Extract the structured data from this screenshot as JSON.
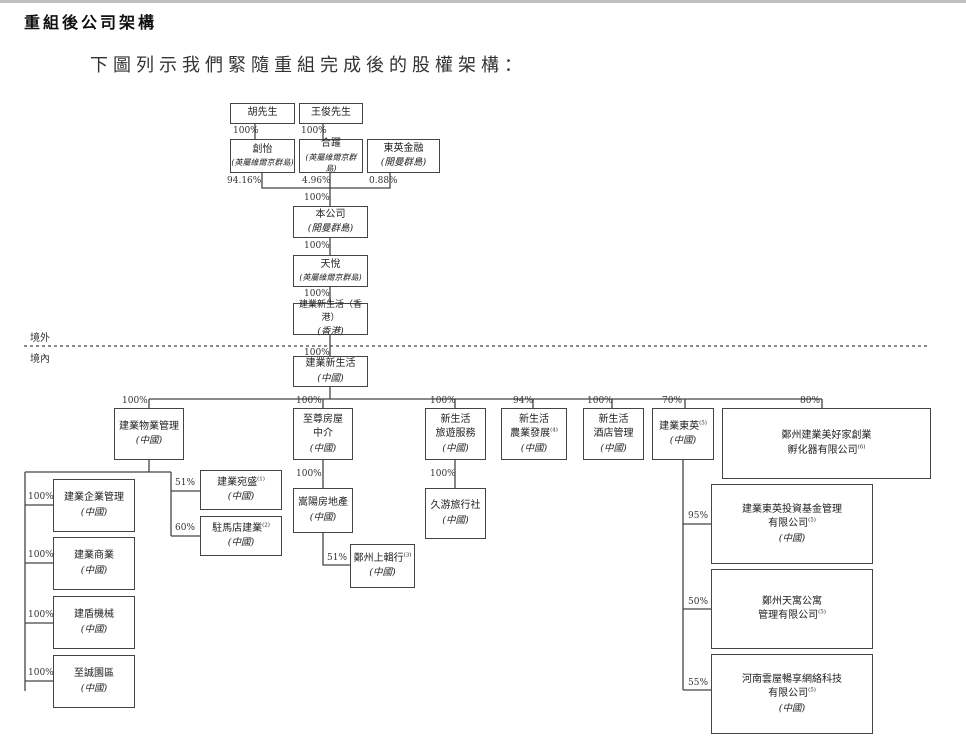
{
  "heading": "重組後公司架構",
  "intro": "下圖列示我們緊隨重組完成後的股權架構：",
  "regions": {
    "offshore": "境外",
    "onshore": "境內"
  },
  "entities": {
    "hu": {
      "name": "胡先生"
    },
    "wang": {
      "name": "王俊先生"
    },
    "chuangyi": {
      "name": "創怡",
      "juris": "(英屬維爾京群島)"
    },
    "heyao": {
      "name": "合躍",
      "juris": "(英屬維爾京群島)"
    },
    "dongying_fin": {
      "name": "東英金融",
      "juris": "(開曼群島)"
    },
    "company": {
      "name": "本公司",
      "juris": "(開曼群島)"
    },
    "tianyue": {
      "name": "天悅",
      "juris": "(英屬維爾京群島)"
    },
    "cy_hk": {
      "name": "建業新生活（香港）",
      "juris": "(香港)"
    },
    "cy_prc": {
      "name": "建業新生活",
      "juris": "(中國)"
    },
    "cy_property": {
      "name": "建業物業管理",
      "juris": "(中國)"
    },
    "zhizun": {
      "name": "至尊房屋\n中介",
      "juris": "(中國)"
    },
    "travel": {
      "name": "新生活\n旅遊服務",
      "juris": "(中國)"
    },
    "agri": {
      "name": "新生活\n農業發展",
      "sup": "(4)",
      "juris": "(中國)"
    },
    "hotel": {
      "name": "新生活\n酒店管理",
      "juris": "(中國)"
    },
    "cy_dongying": {
      "name": "建業東英",
      "sup": "(5)",
      "juris": "(中國)"
    },
    "incubator": {
      "name": "鄭州建業美好家創業\n孵化器有限公司",
      "sup": "(6)"
    },
    "wansheng": {
      "name": "建業宛盛",
      "sup": "(1)",
      "juris": "(中國)"
    },
    "zhumadian": {
      "name": "駐馬店建業",
      "sup": "(2)",
      "juris": "(中國)"
    },
    "enterprise": {
      "name": "建業企業管理",
      "juris": "(中國)"
    },
    "commercial": {
      "name": "建業商業",
      "juris": "(中國)"
    },
    "jiandun": {
      "name": "建盾機械",
      "juris": "(中國)"
    },
    "zhicheng": {
      "name": "至誠園區",
      "juris": "(中國)"
    },
    "songyang": {
      "name": "嵩陽房地產",
      "juris": "(中國)"
    },
    "shangji": {
      "name": "鄭州上輯行",
      "sup": "(3)",
      "juris": "(中國)"
    },
    "jiuyou": {
      "name": "久游旅行社",
      "juris": "(中國)"
    },
    "fund": {
      "name": "建業東英投資基金管理\n有限公司",
      "sup": "(5)",
      "juris": "(中國)"
    },
    "tianyu": {
      "name": "鄭州天寓公寓\n管理有限公司",
      "sup": "(5)"
    },
    "yunwu": {
      "name": "河南雲屋暢享網絡科技\n有限公司",
      "sup": "(5)",
      "juris": "(中國)"
    }
  },
  "ownership": {
    "hu_chuangyi": "100%",
    "wang_heyao": "100%",
    "chuangyi_company": "94.16%",
    "heyao_company": "4.96%",
    "dongying_company": "0.88%",
    "into_company": "100%",
    "company_tianyue": "100%",
    "tianyue_cyhk": "100%",
    "cyhk_cyprc": "100%",
    "cy_property": "100%",
    "zhizun": "100%",
    "travel": "100%",
    "agri": "94%",
    "hotel": "100%",
    "cy_dongying": "70%",
    "incubator": "80%",
    "wansheng": "51%",
    "zhumadian": "60%",
    "enterprise": "100%",
    "commercial": "100%",
    "jiandun": "100%",
    "zhicheng": "100%",
    "songyang": "100%",
    "shangji": "51%",
    "jiuyou": "100%",
    "fund": "95%",
    "tianyu": "50%",
    "yunwu": "55%"
  }
}
